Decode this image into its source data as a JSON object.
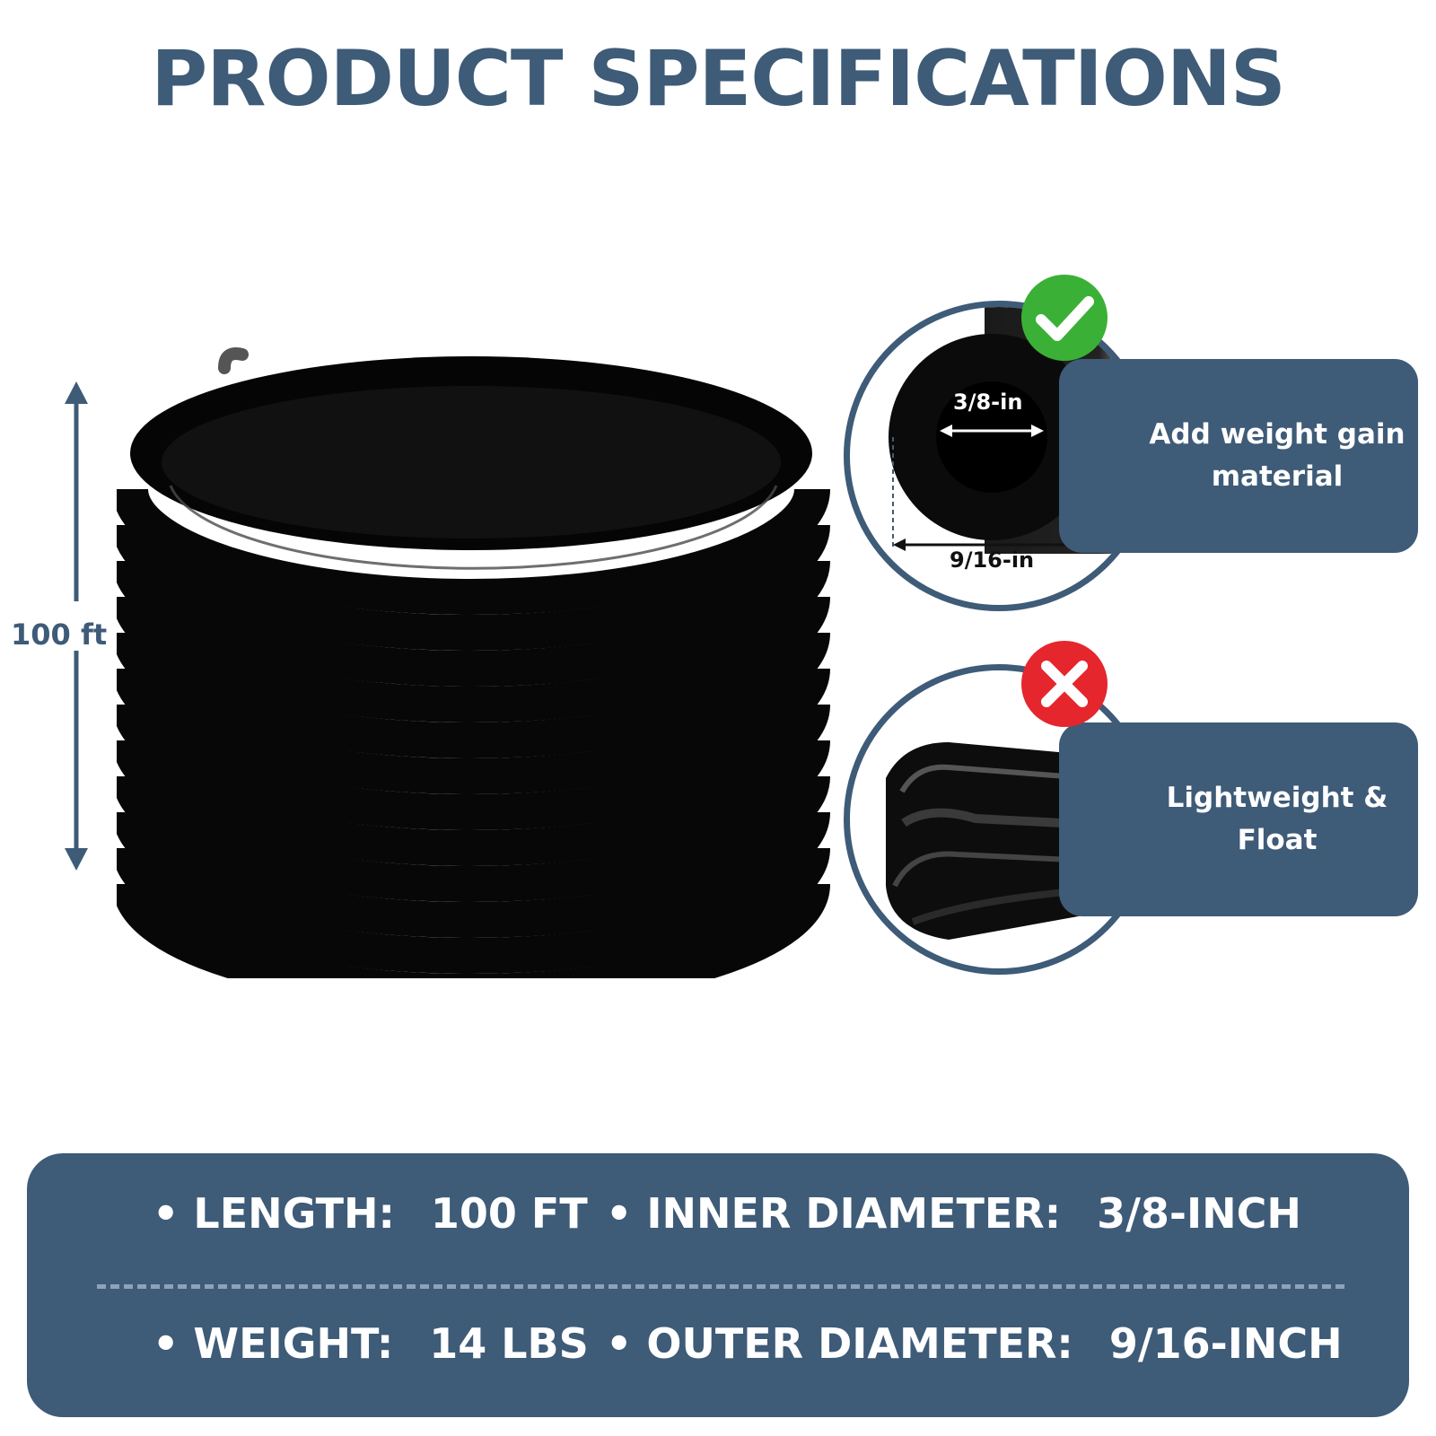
{
  "page": {
    "title": "PRODUCT SPECIFICATIONS"
  },
  "coil": {
    "height_label": "100 ft"
  },
  "cross_section": {
    "inner_label": "3/8-in",
    "outer_label": "9/16-in",
    "card_text": "Add weight gain material",
    "badge_icon": "check-icon",
    "badge_color": "#3bb036"
  },
  "open_tube": {
    "card_text": "Lightweight & Float",
    "badge_icon": "x-icon",
    "badge_color": "#e5262d"
  },
  "specs": {
    "length": {
      "label": "LENGTH:",
      "value": "100 FT"
    },
    "inner_diameter": {
      "label": "INNER DIAMETER:",
      "value": "3/8-INCH"
    },
    "weight": {
      "label": "WEIGHT:",
      "value": "14 LBS"
    },
    "outer_diameter": {
      "label": "OUTER DIAMETER:",
      "value": "9/16-INCH"
    }
  },
  "colors": {
    "brand": "#3e5b78",
    "tube": "#0d0d0d"
  }
}
